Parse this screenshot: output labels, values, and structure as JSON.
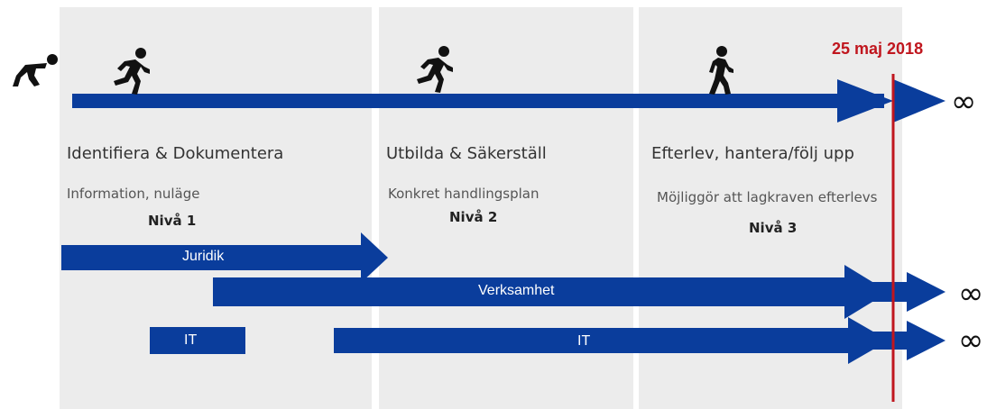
{
  "phases": [
    {
      "title": "Identifiera & Dokumentera",
      "subtitle": "Information, nuläge",
      "level": "Nivå 1"
    },
    {
      "title": "Utbilda & Säkerställ",
      "subtitle": "Konkret handlingsplan",
      "level": "Nivå 2"
    },
    {
      "title": "Efterlev, hantera/följ upp",
      "subtitle": "Möjliggör att lagkraven efterlevs",
      "level": "Nivå 3"
    }
  ],
  "deadline": {
    "label": "25 maj 2018",
    "color": "#c0161e"
  },
  "streams": {
    "juridik": "Juridik",
    "verksamhet": "Verksamhet",
    "it_small": "IT",
    "it_main": "IT"
  },
  "infinity_symbol": "∞",
  "icons": [
    "crouching-start-icon",
    "running-person-icon",
    "running-person-icon",
    "walking-person-icon"
  ],
  "colors": {
    "arrow": "#0a3d9c",
    "panel": "#ececec",
    "deadline": "#c0161e"
  }
}
